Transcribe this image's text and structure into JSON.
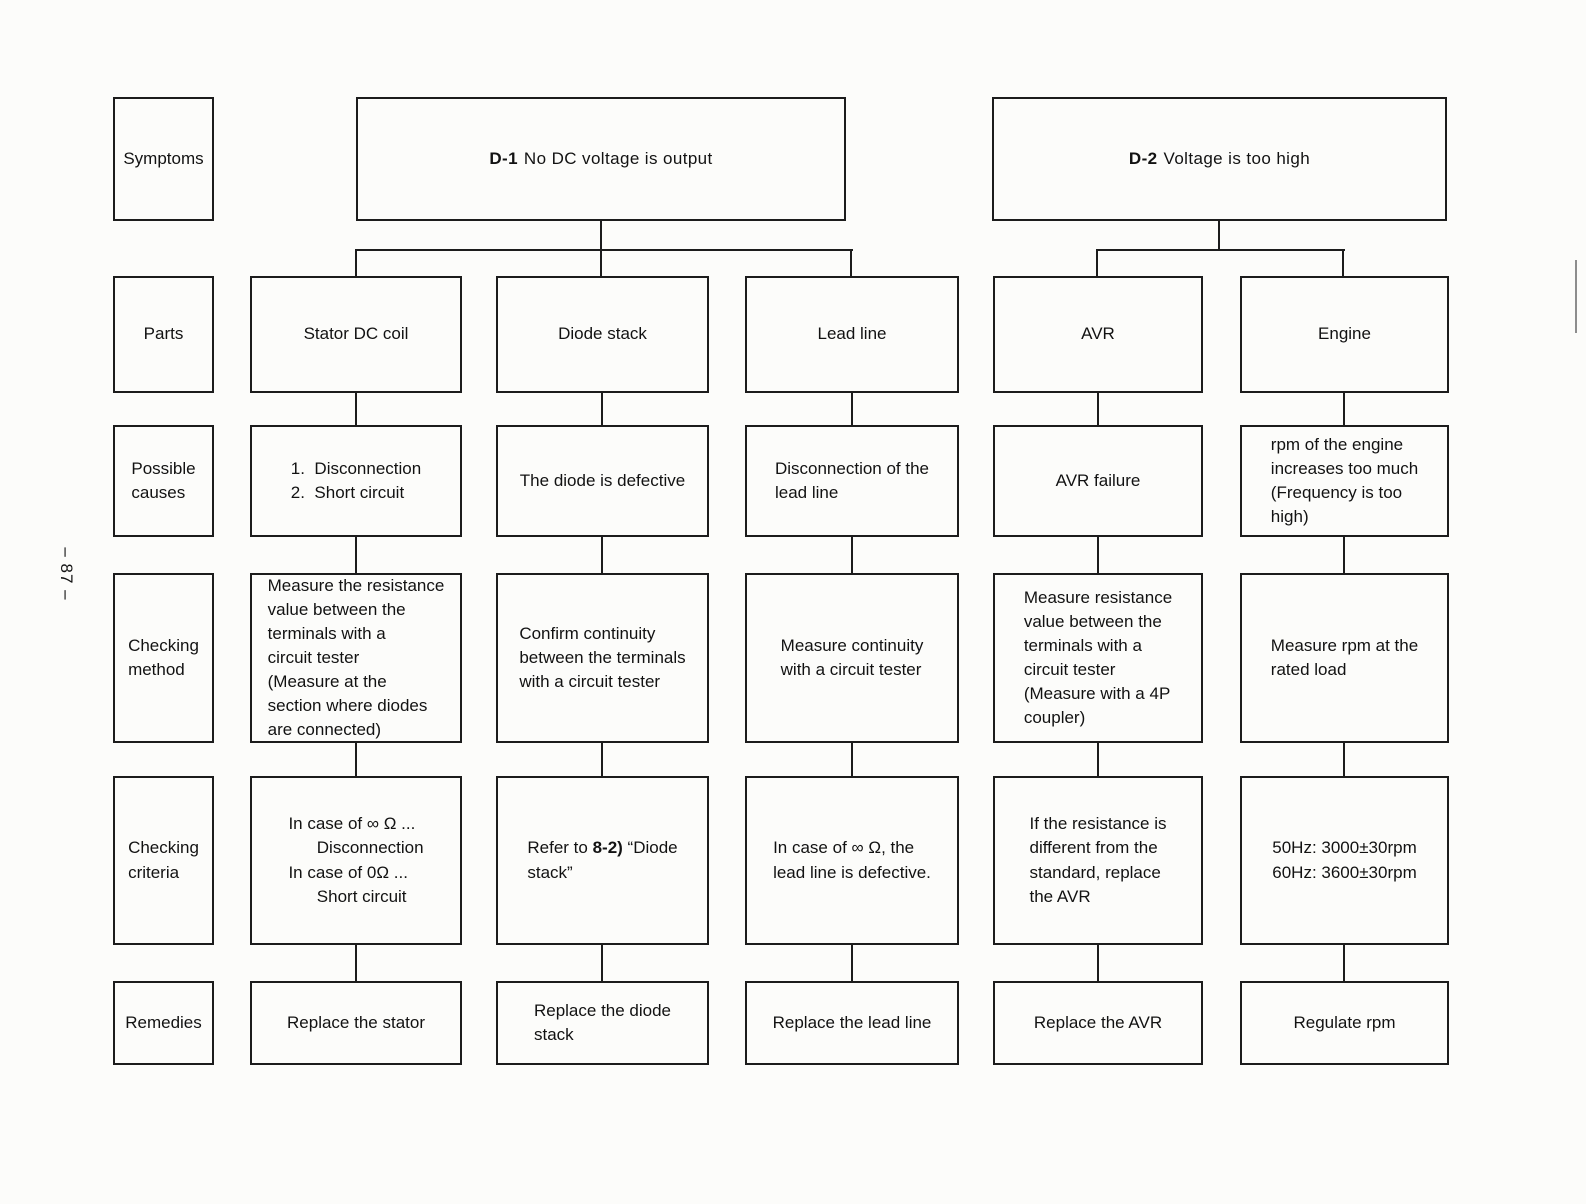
{
  "page": {
    "number": "– 87 –"
  },
  "row_labels": {
    "symptoms": "Symptoms",
    "parts": "Parts",
    "possible_causes": "Possible\ncauses",
    "checking_method": "Checking\nmethod",
    "checking_criteria": "Checking\ncriteria",
    "remedies": "Remedies"
  },
  "symptoms": [
    {
      "code": "D-1",
      "label": "No DC voltage is output"
    },
    {
      "code": "D-2",
      "label": "Voltage is too high"
    }
  ],
  "columns": [
    {
      "part": "Stator DC coil",
      "cause": "1.  Disconnection\n2.  Short circuit",
      "method": "Measure the resistance\nvalue between the\nterminals with a\ncircuit tester\n(Measure at the\nsection where diodes\nare connected)",
      "criteria": "In case of ∞ Ω ...\n      Disconnection\nIn case of 0Ω ...\n      Short circuit",
      "remedy": "Replace the stator"
    },
    {
      "part": "Diode stack",
      "cause": "The diode is defective",
      "method": "Confirm continuity\nbetween the terminals\nwith a circuit tester",
      "criteria_prefix": "Refer to ",
      "criteria_ref": "8-2)",
      "criteria_suffix": " “Diode\nstack”",
      "remedy": "Replace the diode\nstack"
    },
    {
      "part": "Lead line",
      "cause": "Disconnection of the\nlead line",
      "method": "Measure continuity\nwith a circuit tester",
      "criteria": "In case of ∞ Ω, the\nlead line is defective.",
      "remedy": "Replace the lead line"
    },
    {
      "part": "AVR",
      "cause": "AVR failure",
      "method": "Measure resistance\nvalue between the\nterminals with a\ncircuit tester\n(Measure with a 4P\ncoupler)",
      "criteria": "If the resistance is\ndifferent from the\nstandard, replace\nthe AVR",
      "remedy": "Replace the AVR"
    },
    {
      "part": "Engine",
      "cause": "rpm of the engine\nincreases too much\n(Frequency is too\nhigh)",
      "method": "Measure rpm at the\nrated load",
      "criteria": "50Hz: 3000±30rpm\n60Hz: 3600±30rpm",
      "remedy": "Regulate rpm"
    }
  ]
}
